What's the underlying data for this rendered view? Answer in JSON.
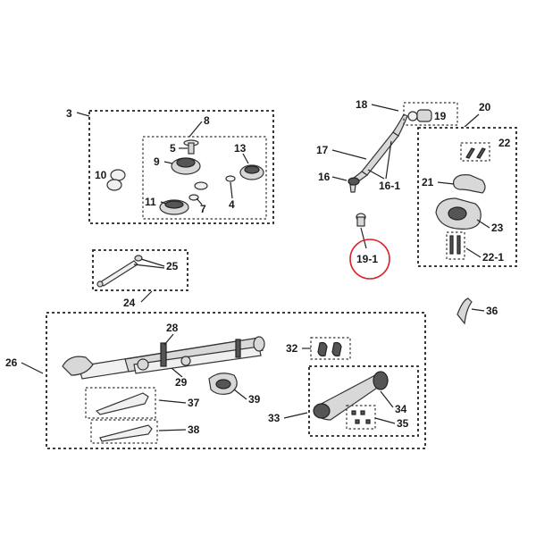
{
  "labels": {
    "n3": "3",
    "n8": "8",
    "n5": "5",
    "n9": "9",
    "n13": "13",
    "n10": "10",
    "n11": "11",
    "n7": "7",
    "n4": "4",
    "n18": "18",
    "n19": "19",
    "n20": "20",
    "n17": "17",
    "n22": "22",
    "n16": "16",
    "n16_1": "16-1",
    "n21": "21",
    "n23": "23",
    "n19_1": "19-1",
    "n22_1": "22-1",
    "n25": "25",
    "n24": "24",
    "n36": "36",
    "n26": "26",
    "n28": "28",
    "n32": "32",
    "n29": "29",
    "n39": "39",
    "n34": "34",
    "n37": "37",
    "n33": "33",
    "n35": "35",
    "n38": "38"
  },
  "colors": {
    "highlight_circle": "#d9242a",
    "line": "#222222",
    "part_fill": "#d8d8d8"
  }
}
